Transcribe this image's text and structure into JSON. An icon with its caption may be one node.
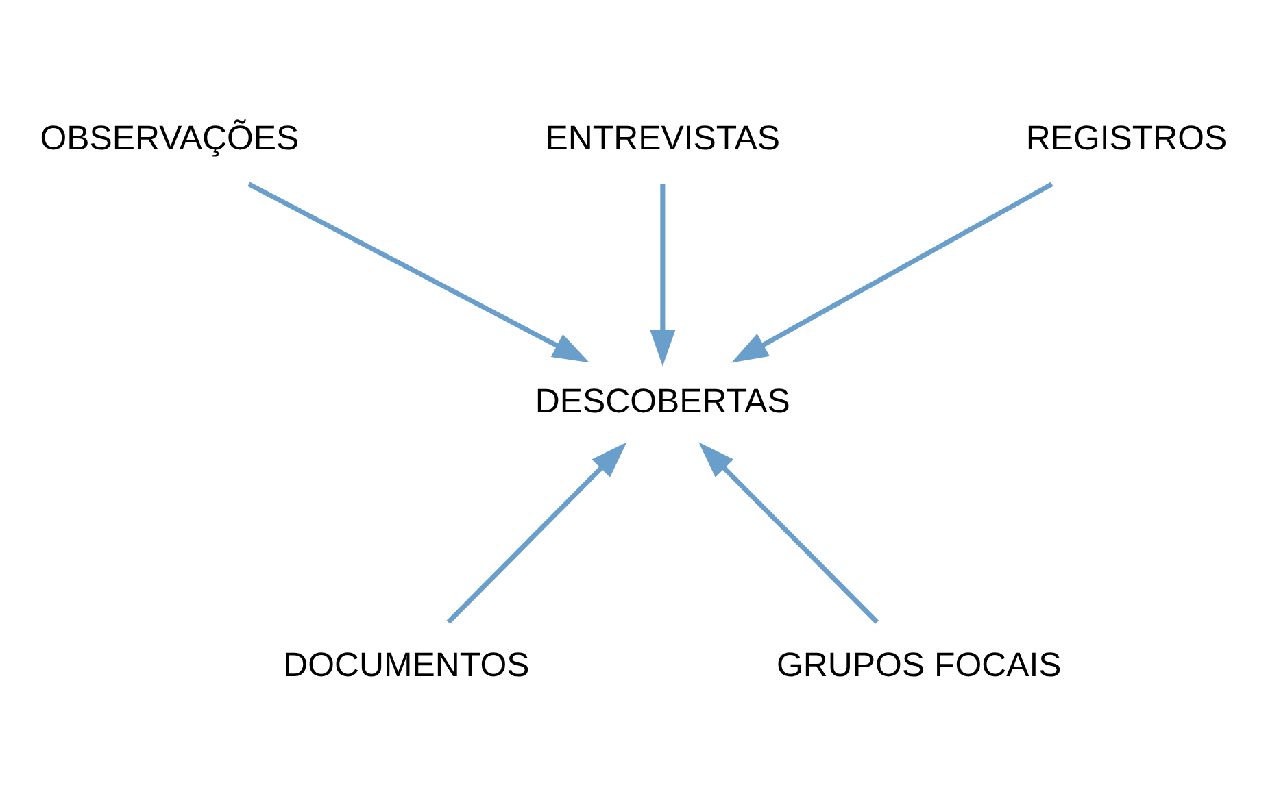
{
  "diagram": {
    "nodes": [
      {
        "text": [
          "ENTREVISTAS"
        ]
      },
      {
        "text": [
          "OBSERVAÇÕES"
        ]
      },
      {
        "text": [
          "REGISTROS"
        ]
      },
      {
        "text": [
          "DESCOBERTAS"
        ]
      },
      {
        "text": [
          "DOCUMENTOS"
        ]
      },
      {
        "text": [
          "GRUPOS FOCAIS"
        ]
      }
    ],
    "edges": [
      {
        "from": 1,
        "to": 3,
        "arrow": "to"
      },
      {
        "from": 0,
        "to": 3,
        "arrow": "to"
      },
      {
        "from": 2,
        "to": 3,
        "arrow": "to"
      },
      {
        "from": 4,
        "to": 3,
        "arrow": "to"
      },
      {
        "from": 5,
        "to": 3,
        "arrow": "to"
      }
    ]
  }
}
